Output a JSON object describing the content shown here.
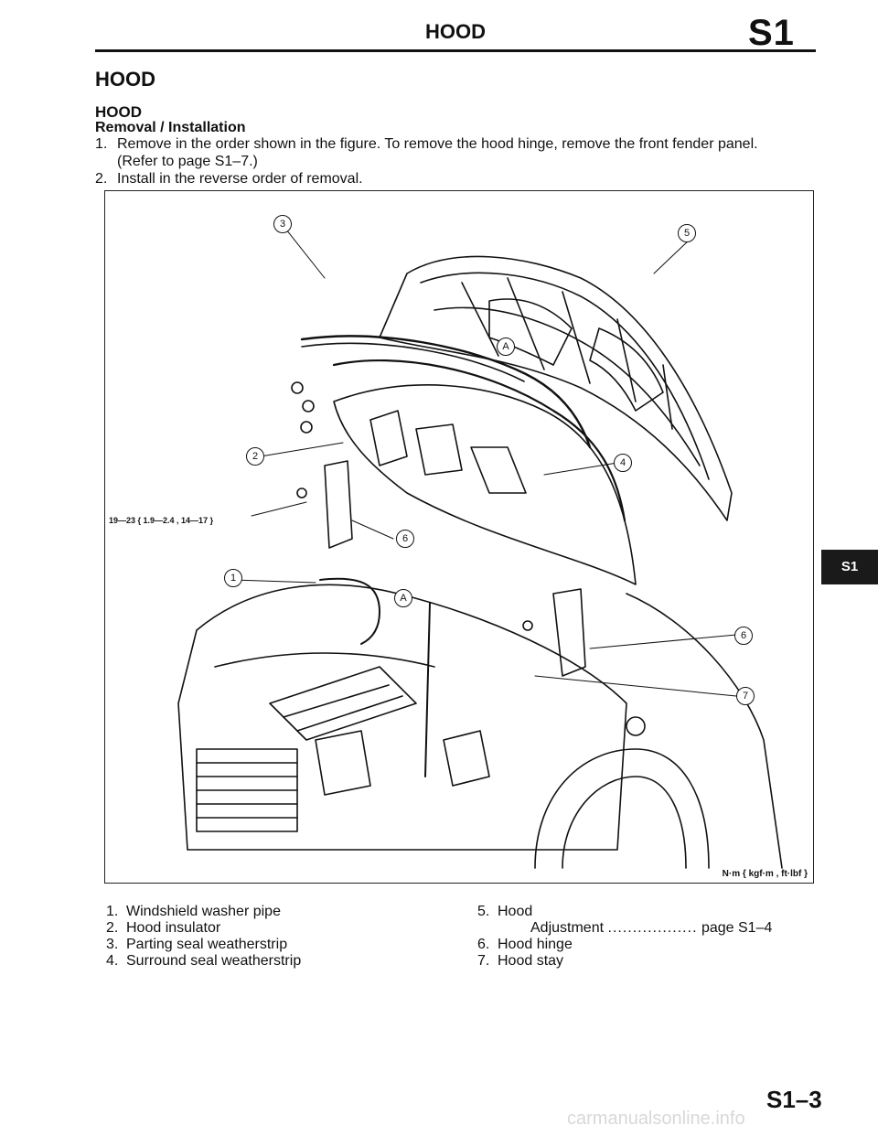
{
  "header": {
    "title": "HOOD",
    "section_code": "S1"
  },
  "section_title": "HOOD",
  "subsection_title": "HOOD",
  "procedure_title": "Removal / Installation",
  "steps": [
    {
      "num": "1.",
      "text": "Remove in the order shown in the figure. To remove the hood hinge, remove the front fender panel.",
      "text2": "(Refer to page S1–7.)"
    },
    {
      "num": "2.",
      "text": "Install in the reverse order of removal."
    }
  ],
  "figure": {
    "torque_spec": "19—23 { 1.9—2.4 , 14—17 }",
    "unit_note": "N·m { kgf·m , ft·lbf }",
    "callouts": {
      "c1": "1",
      "c2": "2",
      "c3": "3",
      "c4": "4",
      "c5": "5",
      "c6a": "6",
      "c6b": "6",
      "c7": "7",
      "cA1": "A",
      "cA2": "A"
    }
  },
  "side_tab": "S1",
  "parts": [
    {
      "num": "1.",
      "name": "Windshield washer pipe"
    },
    {
      "num": "2.",
      "name": "Hood insulator"
    },
    {
      "num": "3.",
      "name": "Parting seal weatherstrip"
    },
    {
      "num": "4.",
      "name": "Surround seal weatherstrip"
    },
    {
      "num": "5.",
      "name": "Hood",
      "sub_label": "Adjustment",
      "sub_ref": "page S1–4"
    },
    {
      "num": "6.",
      "name": "Hood hinge"
    },
    {
      "num": "7.",
      "name": "Hood stay"
    }
  ],
  "page_number": "S1–3",
  "watermark": "carmanualsonline.info"
}
